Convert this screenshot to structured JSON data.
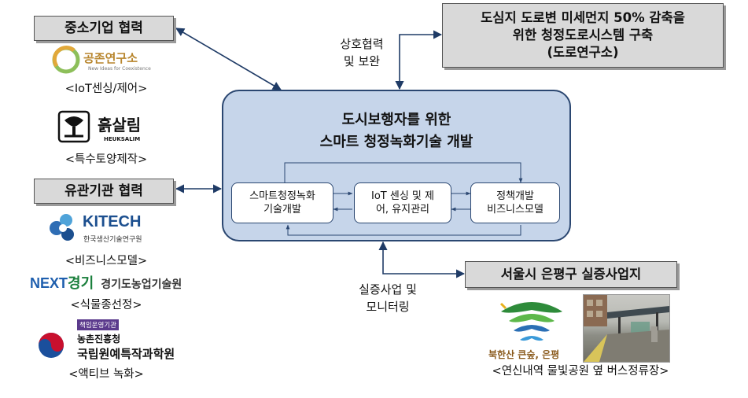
{
  "left": {
    "sme_header": "중소기업 협력",
    "gongjon": {
      "name": "공존연구소",
      "tagline": "New Ideas for Coexistence",
      "caption": "<IoT센싱/제어>"
    },
    "heuksalim": {
      "name": "흙살림",
      "sub": "HEUKSALIM",
      "caption": "<특수토양제작>"
    },
    "inst_header": "유관기관 협력",
    "kitech": {
      "name": "KITECH",
      "sub": "한국생산기술연구원",
      "caption": "<비즈니스모델>"
    },
    "next": {
      "name_en": "NEXT",
      "name_kr": "경기",
      "full": "경기도농업기술원",
      "caption": "<식물종선정>"
    },
    "rda": {
      "badge": "책임운영기관",
      "line1": "농촌진흥청",
      "line2": "국립원예특작과학원",
      "caption": "<액티브 녹화>"
    }
  },
  "edges": {
    "cooperate": [
      "상호협력",
      "및 보완"
    ],
    "demo": [
      "실증사업 및",
      "모니터링"
    ]
  },
  "top_right": [
    "도심지 도로변 미세먼지 50% 감축을",
    "위한 청정도로시스템 구축",
    "(도로연구소)"
  ],
  "main": {
    "title": [
      "도시보행자를 위한",
      "스마트 청정녹화기술 개발"
    ],
    "boxes": [
      [
        "스마트청정녹화",
        "기술개발"
      ],
      [
        "IoT 센싱 및 제",
        "어, 유지관리"
      ],
      [
        "정책개발",
        "비즈니스모델"
      ]
    ]
  },
  "site": {
    "header": "서울시 은평구 실증사업지",
    "logo_text": "북한산 큰숲, 은평",
    "caption": "<연신내역 물빛공원 옆 버스정류장>"
  },
  "colors": {
    "accent": "#2b4771",
    "panel": "#c6d5ea",
    "header": "#d9d9d9"
  }
}
